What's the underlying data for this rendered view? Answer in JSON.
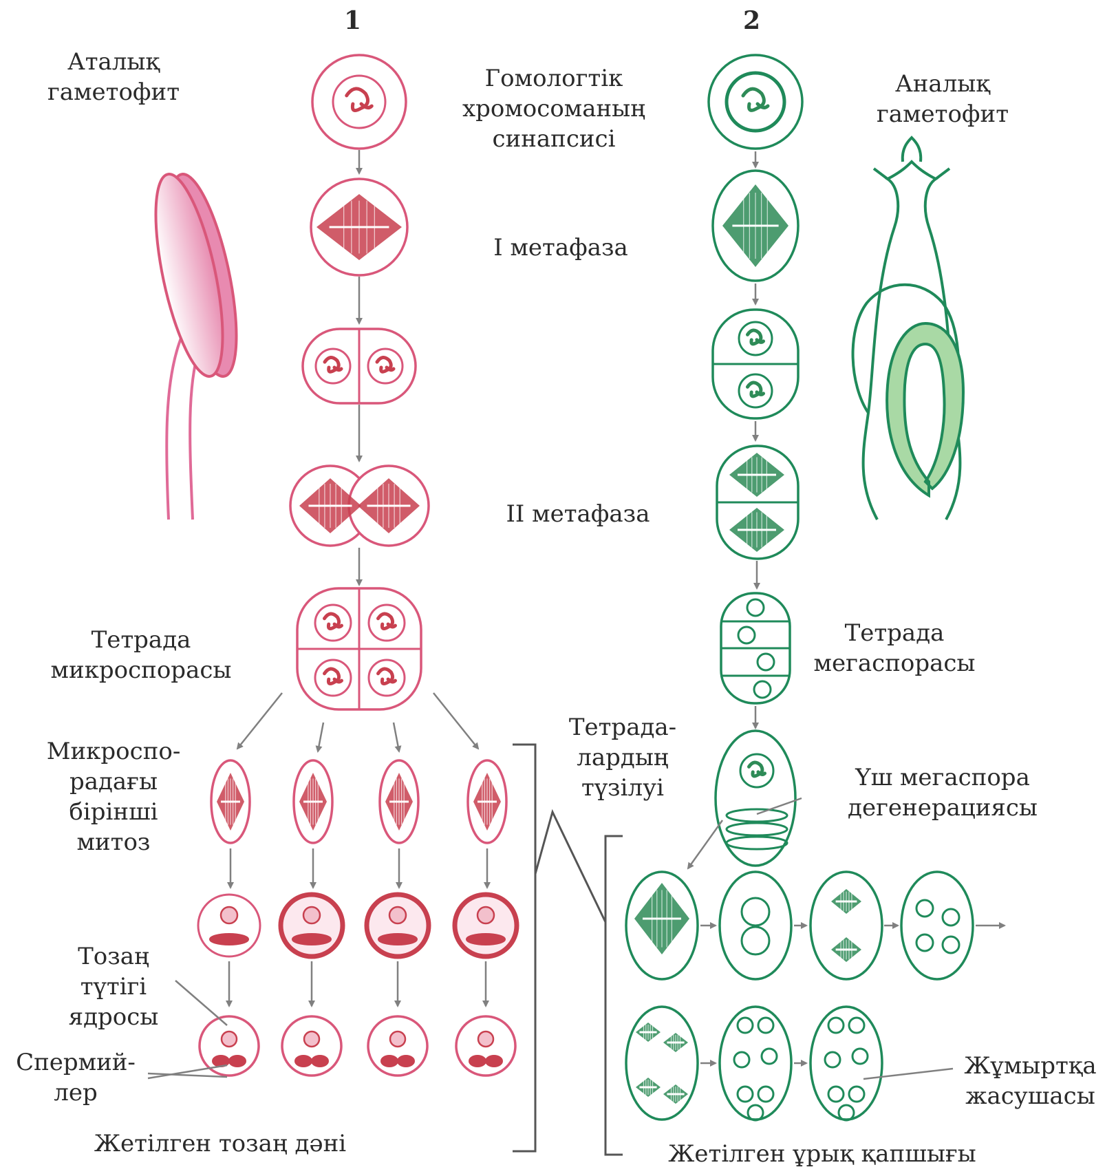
{
  "columns": {
    "male": "1",
    "female": "2"
  },
  "labels": {
    "male_gametophyte": [
      "Аталық",
      "гаметофит"
    ],
    "synapsis": [
      "Гомологтік",
      "хромосоманың",
      "синапсисі"
    ],
    "female_gametophyte": [
      "Аналық",
      "гаметофит"
    ],
    "metaphase1": "I метафаза",
    "metaphase2": "II метафаза",
    "microspore_tetrad": [
      "Тетрада",
      "микроспорасы"
    ],
    "megaspore_tetrad": [
      "Тетрада",
      "мегаспорасы"
    ],
    "tetrad_formation": [
      "Тетрада-",
      "лардың",
      "түзілуі"
    ],
    "first_mitosis": [
      "Микроспо-",
      "радағы",
      "бірінші",
      "митоз"
    ],
    "three_megaspores": [
      "Үш мегаспора",
      "дегенерациясы"
    ],
    "tube_nucleus": [
      "Тозаң",
      "түтігі",
      "ядросы"
    ],
    "sperm": [
      "Спермий-",
      "лер"
    ],
    "egg_cell": [
      "Жұмыртқа",
      "жасушасы"
    ],
    "mature_pollen": "Жетілген тозаң дәні",
    "mature_embryo_sac": "Жетілген ұрық қапшығы"
  },
  "colors": {
    "male_stroke": "#d9577a",
    "male_fill": "#c8404f",
    "female_stroke": "#1f8a5a",
    "female_fill": "#2e8b57",
    "ovule_fill": "#a9d9a5",
    "arrow": "#808080",
    "bracket": "#555555"
  }
}
